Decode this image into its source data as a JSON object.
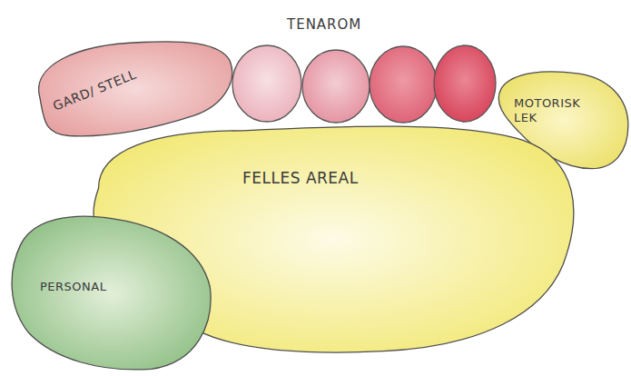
{
  "diagram": {
    "nodes": [
      {
        "text": [
          "GARD/ STELL"
        ]
      },
      {
        "text": [
          "MOTORISK LEK"
        ]
      },
      {
        "text": [
          "FELLES AREAL"
        ]
      },
      {
        "text": [
          "PERSONAL"
        ]
      }
    ],
    "labels": [
      "TENAROM"
    ]
  }
}
